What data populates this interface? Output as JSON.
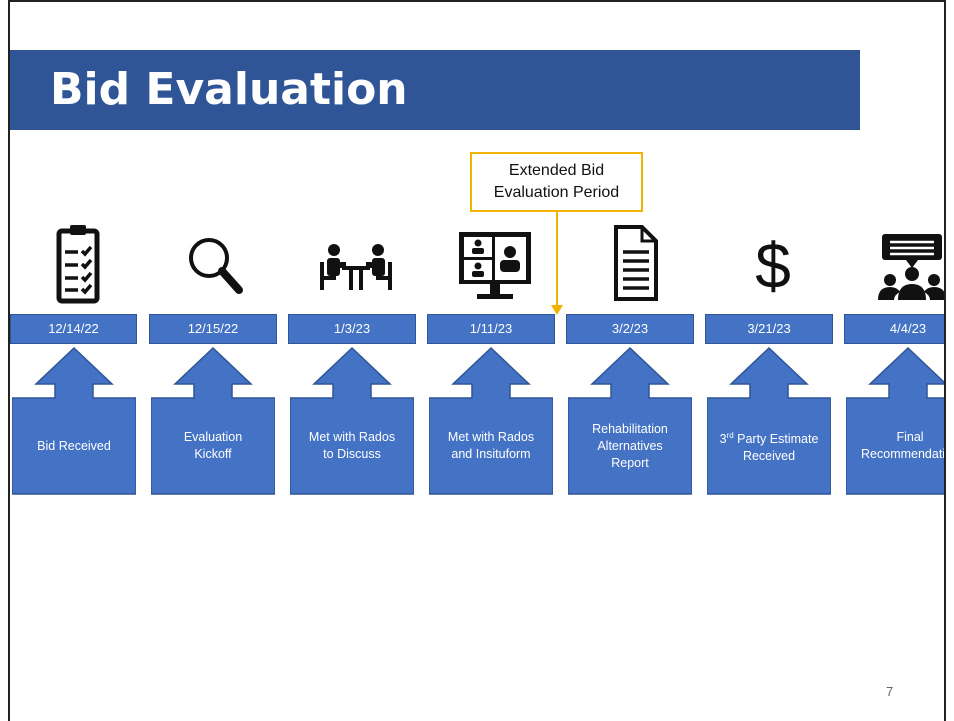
{
  "slide": {
    "title": "Bid Evaluation",
    "page_number": "7"
  },
  "callout": {
    "line1": "Extended Bid",
    "line2": "Evaluation Period",
    "color": "#f0b400"
  },
  "colors": {
    "banner": "#2f5597",
    "box": "#4472c4"
  },
  "timeline": [
    {
      "date": "12/14/22",
      "label": "Bid Received",
      "icon": "clipboard-checklist-icon"
    },
    {
      "date": "12/15/22",
      "label": "Evaluation Kickoff",
      "icon": "magnifying-glass-icon"
    },
    {
      "date": "1/3/23",
      "label": "Met with Rados to Discuss",
      "icon": "meeting-table-icon"
    },
    {
      "date": "1/11/23",
      "label": "Met with Rados and Insituform",
      "icon": "video-conference-icon"
    },
    {
      "date": "3/2/23",
      "label": "Rehabilitation Alternatives Report",
      "icon": "document-icon"
    },
    {
      "date": "3/21/23",
      "label_sup_prefix": "3",
      "label_sup": "rd",
      "label_rest": " Party Estimate Received",
      "icon": "dollar-sign-icon"
    },
    {
      "date": "4/4/23",
      "label": "Final Recommendation",
      "icon": "group-discussion-icon"
    }
  ]
}
